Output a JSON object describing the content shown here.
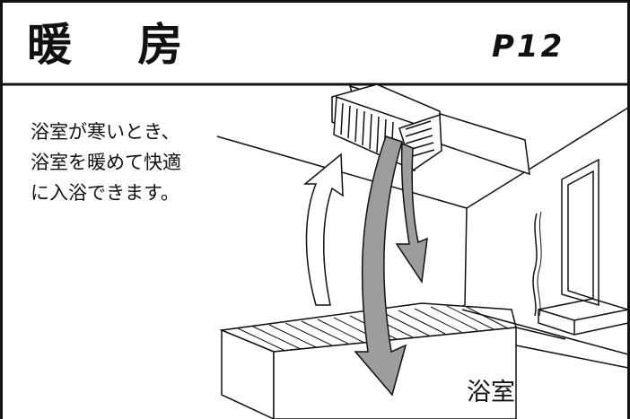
{
  "header": {
    "title": "暖 房",
    "page_ref": "P12"
  },
  "description": {
    "lines": [
      "浴室が寒いとき、",
      "浴室を暖めて快適",
      "に入浴できます。"
    ]
  },
  "illustration": {
    "room_label": "浴室"
  }
}
